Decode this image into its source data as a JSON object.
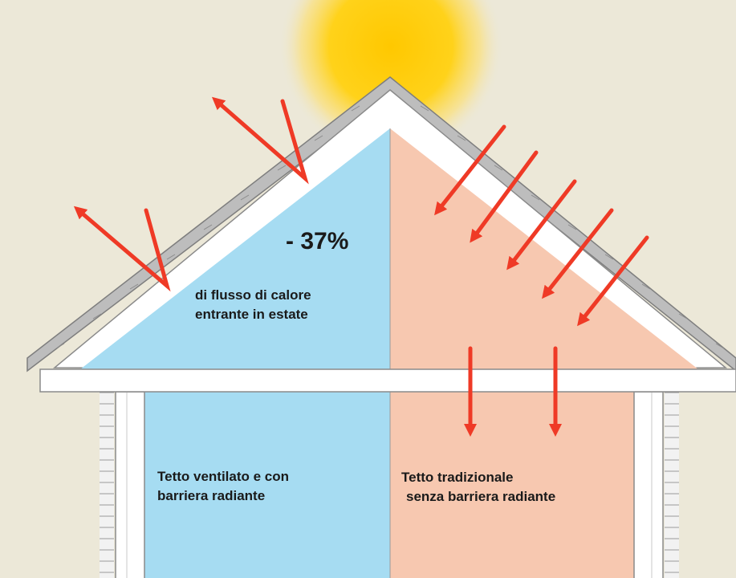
{
  "colors": {
    "background": "#ece8d8",
    "sun": "#ffd21a",
    "cool_side": "#a6dcf2",
    "warm_side": "#f7c8b0",
    "arrow": "#ef3a26",
    "roof_trim": "#ffffff",
    "outline": "#8a8a8a"
  },
  "icons": {
    "sun": "sun-icon",
    "reflected_arrows": "arrow-up-left-icon",
    "incoming_arrows": "arrow-down-left-icon",
    "down_arrows": "arrow-down-icon"
  },
  "left_panel": {
    "percentage": "- 37%",
    "caption_line1": "di flusso di calore",
    "caption_line2": "entrante in estate",
    "label_line1": "Tetto ventilato e con",
    "label_line2": "barriera radiante"
  },
  "right_panel": {
    "label_line1": "Tetto tradizionale",
    "label_line2": "senza barriera radiante"
  }
}
